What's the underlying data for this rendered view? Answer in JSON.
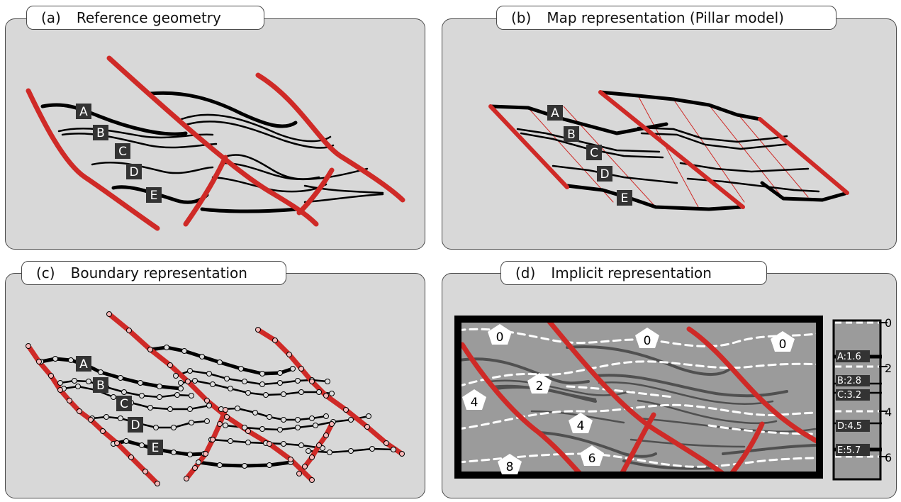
{
  "panels": {
    "a": {
      "tag": "(a)",
      "title": "Reference geometry"
    },
    "b": {
      "tag": "(b)",
      "title": "Map representation (Pillar model)"
    },
    "c": {
      "tag": "(c)",
      "title": "Boundary representation"
    },
    "d": {
      "tag": "(d)",
      "title": "Implicit representation"
    }
  },
  "horizon_labels": [
    "A",
    "B",
    "C",
    "D",
    "E"
  ],
  "implicit": {
    "contour_labels": [
      "0",
      "0",
      "0",
      "2",
      "4",
      "4",
      "6",
      "8"
    ],
    "scale_ticks": [
      "0",
      "2",
      "4",
      "6"
    ],
    "scale_labels": [
      "A:1.6",
      "B:2.8",
      "C:3.2",
      "D:4.5",
      "E:5.7"
    ]
  },
  "colors": {
    "fault": "#cf2a27",
    "horizon": "#000000",
    "panel_bg": "#d8d8d8",
    "implicit_bg": "#9b9b9b",
    "contour": "#ffffff",
    "label_bg": "#333333"
  }
}
